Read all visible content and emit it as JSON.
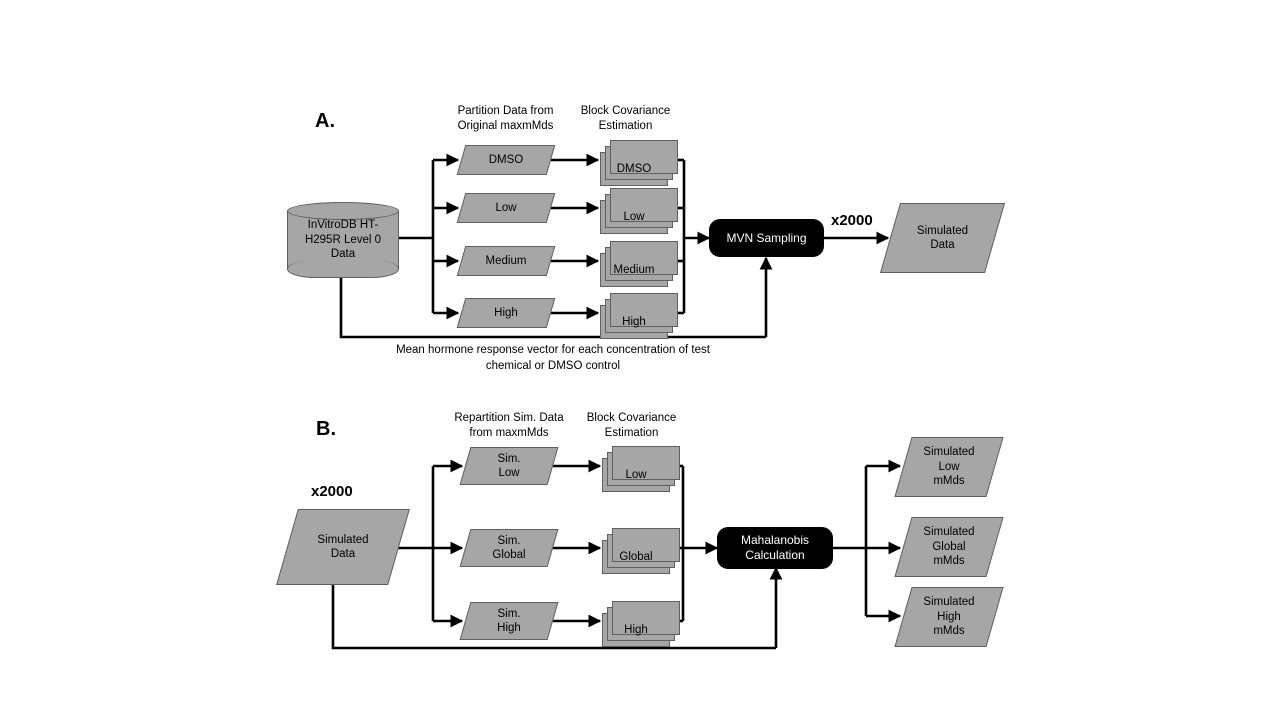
{
  "diagram": {
    "title_hidden": "",
    "colors": {
      "shape_fill": "#a6a6a6",
      "shape_stroke": "#5f5f5f",
      "line": "#000000",
      "pill_fill": "#000000",
      "pill_text": "#ffffff",
      "background": "#ffffff"
    }
  },
  "panelA": {
    "letter": "A.",
    "column_headers": [
      {
        "text": "Partition Data from\nOriginal maxmMds"
      },
      {
        "text": "Block Covariance\nEstimation"
      }
    ],
    "source": {
      "label": "InVitroDB HT-\nH295R Level  0\nData"
    },
    "partitions": [
      {
        "label": "DMSO"
      },
      {
        "label": "Low"
      },
      {
        "label": "Medium"
      },
      {
        "label": "High"
      }
    ],
    "covariance_stacks": [
      {
        "label": "DMSO"
      },
      {
        "label": "Low"
      },
      {
        "label": "Medium"
      },
      {
        "label": "High"
      }
    ],
    "process": {
      "label": "MVN Sampling"
    },
    "multiplier": "x2000",
    "output": {
      "label": "Simulated\nData"
    },
    "caption": "Mean hormone response vector for each concentration of test\nchemical or DMSO control"
  },
  "panelB": {
    "letter": "B.",
    "column_headers": [
      {
        "text": "Repartition Sim. Data\nfrom maxmMds"
      },
      {
        "text": "Block Covariance\nEstimation"
      }
    ],
    "multiplier": "x2000",
    "source": {
      "label": "Simulated\nData"
    },
    "partitions": [
      {
        "label": "Sim.\nLow"
      },
      {
        "label": "Sim.\nGlobal"
      },
      {
        "label": "Sim.\nHigh"
      }
    ],
    "covariance_stacks": [
      {
        "label": "Low"
      },
      {
        "label": "Global"
      },
      {
        "label": "High"
      }
    ],
    "process": {
      "label": "Mahalanobis\nCalculation"
    },
    "outputs": [
      {
        "label": "Simulated\nLow\nmMds"
      },
      {
        "label": "Simulated\nGlobal\nmMds"
      },
      {
        "label": "Simulated\nHigh\nmMds"
      }
    ]
  }
}
